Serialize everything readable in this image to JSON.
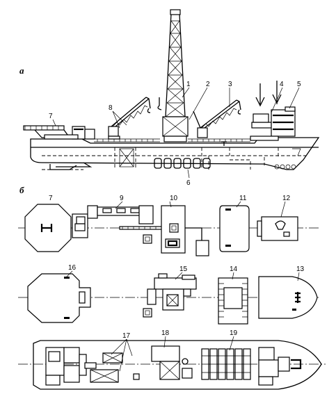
{
  "views": {
    "side": "а",
    "plan": "б"
  },
  "callouts": {
    "c1": "1",
    "c2": "2",
    "c3": "3",
    "c4": "4",
    "c5": "5",
    "c6": "6",
    "c7": "7",
    "c8": "8",
    "c9": "9",
    "c10": "10",
    "c11": "11",
    "c12": "12",
    "c13": "13",
    "c14": "14",
    "c15": "15",
    "c16": "16",
    "c17": "17",
    "c18": "18",
    "c19": "19",
    "c7b": "7"
  }
}
